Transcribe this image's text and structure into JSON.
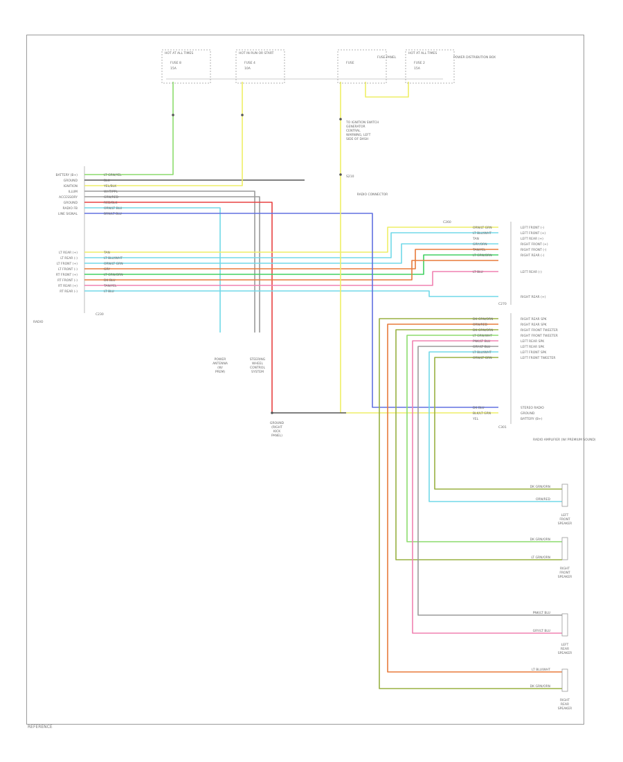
{
  "fuse_boxes": [
    {
      "header": "HOT AT ALL TIMES",
      "fuse": "FUSE 8",
      "amp": "15A"
    },
    {
      "header": "HOT IN RUN OR START",
      "fuse": "FUSE 4",
      "amp": "10A"
    },
    {
      "header": "",
      "fuse": "FUSE",
      "amp": ""
    },
    {
      "header": "HOT AT ALL TIMES",
      "fuse": "FUSE 2",
      "amp": "15A"
    }
  ],
  "fuse_panel_label": "FUSE PANEL",
  "power_dist_label": "POWER DISTRIBUTION BOX",
  "splice_notes": [
    "TO IGNITION SWITCH",
    "GENERATOR",
    "CENTRAL",
    "WARNING, LEFT",
    "SIDE OF DASH"
  ],
  "left_labels": [
    "BATTERY (B+)",
    "GROUND",
    "IGNITION",
    "ILLUM",
    "ACCESSORY",
    "GROUND",
    "RADIO FB",
    "LINE SIGNAL"
  ],
  "speaker_pin_labels": [
    "LT REAR (+)",
    "LT REAR (-)",
    "LT FRONT (+)",
    "LT FRONT (-)",
    "RT FRONT (+)",
    "RT FRONT (-)",
    "RT REAR (+)",
    "RT REAR (-)"
  ],
  "left_wires": [
    "LT GRN/YEL",
    "BLK",
    "YEL/BLK",
    "WHT/PPL",
    "GRN/RED",
    "RED/BLK",
    "ORN/LT BLU",
    "BRN/LT BLU"
  ],
  "left_speaker_wires": [
    "TAN",
    "LT BLU/WHT",
    "ORN/LT GRN",
    "GRY",
    "LT GRN/ORN",
    "DK BLU",
    "TAN/YEL",
    "LT BLU"
  ],
  "right_top_labels": [
    "LEFT FRONT (-)",
    "LEFT FRONT (+)",
    "LEFT REAR (+)",
    "RIGHT FRONT (+)",
    "RIGHT FRONT (-)",
    "RIGHT REAR (-)",
    "LEFT REAR (-)",
    "RIGHT REAR (+)"
  ],
  "right_top_wires": [
    "ORN/LT GRN",
    "LT BLU/WHT",
    "TAN",
    "GRY/ORN",
    "TAN/YEL",
    "LT GRN/ORN",
    "LT BLU"
  ],
  "amp_labels": [
    "RIGHT REAR SPK",
    "RIGHT REAR SPK",
    "RIGHT FRONT TWEETER",
    "RIGHT FRONT TWEETER",
    "LEFT REAR SPK",
    "LEFT REAR SPK",
    "LEFT FRONT SPK",
    "LEFT FRONT TWEETER"
  ],
  "amp_wires": [
    "DK GRN/ORN",
    "ORN/RED",
    "DK GRN/ORN",
    "LT GRN/WHT",
    "PNK/LT BLU",
    "GRY/LT BLU",
    "LT BLU/WHT",
    "ORN/LT GRN"
  ],
  "amp_lower_labels": [
    "STEREO RADIO",
    "GROUND",
    "BATTERY (B+)"
  ],
  "amp_lower_wires": [
    "DK BLU",
    "BLK/LT GRN",
    "YEL"
  ],
  "amp_name": "RADIO AMPLIFIER (W/ PREMIUM SOUND)",
  "left_bottom_label": "RADIO",
  "connector_labels": [
    "C260",
    "C270",
    "C301",
    "C230"
  ],
  "ground_labels": [
    "POWER ANTENNA (W/ PREM)",
    "STEERING WHEEL CONTROL SYSTEM",
    "GROUND (RIGHT KICK PANEL)"
  ],
  "center_ground_label": "S210",
  "radio_connector": "RADIO CONNECTOR",
  "speaker_labels": [
    "LEFT FRONT SPEAKER",
    "RIGHT FRONT SPEAKER",
    "LEFT REAR SPEAKER",
    "RIGHT REAR SPEAKER"
  ],
  "speaker_wires": [
    "DK GRN/ORN",
    "LT BLU/WHT",
    "LT GRN/ORN",
    "DK GRN/ORN",
    "GRY/LT BLU",
    "PNK/LT BLU",
    "ORN/RED",
    "DK GRN/ORN"
  ],
  "footer": "REFERENCE",
  "colors": {
    "lt_grn": "#8cdc6c",
    "yellow": "#eeee66",
    "blk": "#555555",
    "gray": "#9a9a9a",
    "red": "#e84040",
    "orange": "#e87a3a",
    "blue": "#6070e0",
    "pink": "#f080b0",
    "tan": "#e0c080",
    "lt_blu": "#70d8e8",
    "dk_grn": "#98b040",
    "violet": "#c870e0",
    "green": "#40d060"
  }
}
